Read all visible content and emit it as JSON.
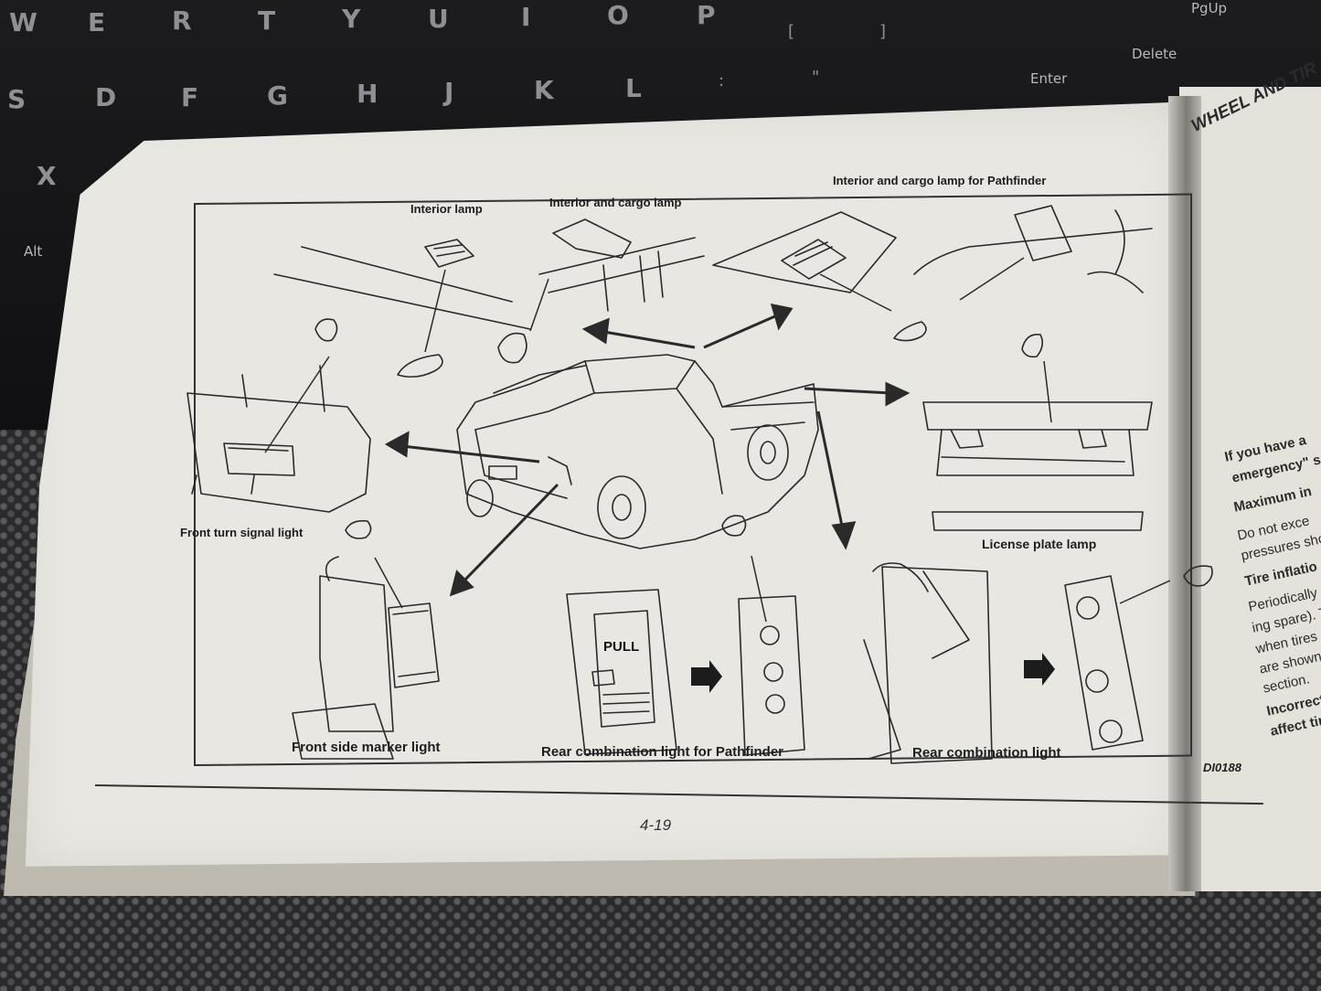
{
  "keyboard": {
    "keys_row1": [
      "W",
      "E",
      "R",
      "T",
      "Y",
      "U",
      "I",
      "O",
      "P",
      "[",
      "]"
    ],
    "keys_row2": [
      "S",
      "D",
      "F",
      "G",
      "H",
      "J",
      "K",
      "L",
      ":",
      "\""
    ],
    "keys_row3": [
      "X"
    ],
    "alt": "Alt",
    "pgup": "PgUp",
    "delete": "Delete",
    "enter": "Enter"
  },
  "diagram": {
    "labels": {
      "interior_lamp": "Interior lamp",
      "interior_cargo_lamp": "Interior and cargo lamp",
      "interior_cargo_lamp_pathfinder": "Interior and cargo lamp for Pathfinder",
      "front_turn_signal": "Front turn signal light",
      "license_plate_lamp": "License plate lamp",
      "front_side_marker": "Front side marker light",
      "rear_combination_pathfinder": "Rear combination light for Pathfinder",
      "rear_combination": "Rear combination light",
      "pull": "PULL"
    },
    "figure_code": "DI0188"
  },
  "page_number": "4-19",
  "right_page": {
    "heading": "WHEEL AND TIR",
    "lines": [
      "If you have a",
      "emergency\" se",
      "Maximum in",
      "Do not exce",
      "pressures sho",
      "Tire inflatio",
      "Periodically c",
      "ing spare). T",
      "when tires a",
      "are shown",
      "section.",
      "Incorrect",
      "affect tire"
    ]
  }
}
